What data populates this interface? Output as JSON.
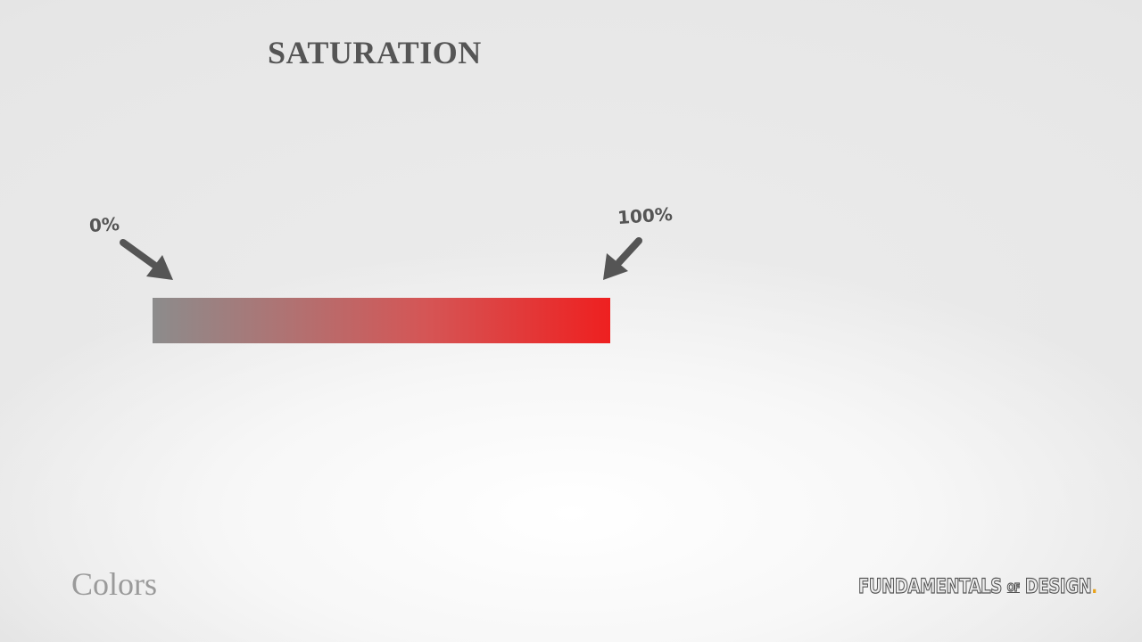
{
  "slide": {
    "title": "SATURATION",
    "min_label": "0%",
    "max_label": "100%",
    "section": "Colors"
  },
  "brand": {
    "part1": "FUNDAMENTALS",
    "part2": "OF",
    "part3": "DESIGN",
    "dot": ".",
    "dot_color": "#e8a21c"
  },
  "bar": {
    "start_color": "#8c8c8c",
    "end_color": "#ee2020"
  },
  "icons": [
    "arrow-down-right-icon",
    "arrow-down-left-icon"
  ]
}
